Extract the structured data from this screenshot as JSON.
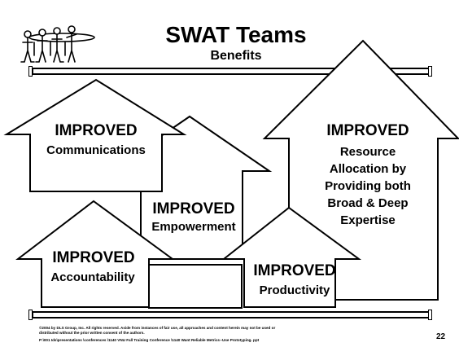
{
  "slide": {
    "title": "SWAT Teams",
    "subtitle": "Benefits",
    "benefits": [
      {
        "heading": "IMPROVED",
        "text": "Communications"
      },
      {
        "heading": "IMPROVED",
        "text": "Empowerment"
      },
      {
        "heading": "IMPROVED",
        "text": "Accountability"
      },
      {
        "heading": "IMPROVED",
        "text": "Productivity"
      },
      {
        "heading": "IMPROVED",
        "lines": [
          "Resource",
          "Allocation by",
          "Providing both",
          "Broad & Deep",
          "Expertise"
        ]
      }
    ],
    "footer": {
      "copyright_line1": "©2004 by DLS Group, Inc. All rights reserved. Aside from instances of fair use, all approaches and content herein may not be used or",
      "copyright_line2": "distributed without the prior written consent of the authors.",
      "path": "P:\\001 Ids\\presentations \\conferences \\1140 VNU Fall Training Conference \\1140 Want Reliable Metrics--Use Prototyping. ppt",
      "page_number": "22"
    }
  }
}
